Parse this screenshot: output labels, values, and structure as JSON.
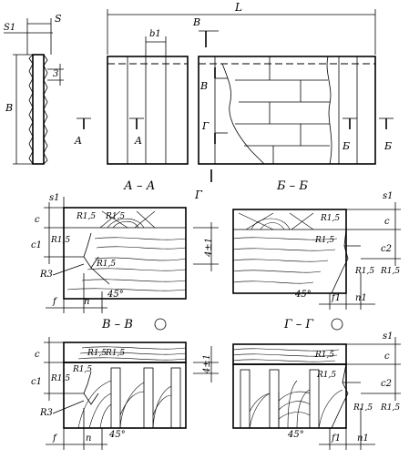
{
  "labels": {
    "dim_S": "S",
    "dim_S1": "S1",
    "dim_3": "3",
    "dim_B": "B",
    "dim_L": "L",
    "dim_b1": "b1",
    "sec_A1": "A",
    "sec_A2": "A",
    "sec_B1": "Б",
    "sec_B2": "Б",
    "sec_V": "В",
    "sec_V2": "В",
    "sec_G1": "Г",
    "sec_G2": "Г",
    "view_AA": "А – А",
    "view_BB": "Б – Б",
    "view_VV": "В – В",
    "view_GG": "Г – Г",
    "r15": "R1,5",
    "r3": "R3",
    "c": "c",
    "c1": "c1",
    "c2": "c2",
    "s1": "s1",
    "f": "f",
    "f1": "f1",
    "n": "n",
    "n1": "n1",
    "angle45": "45°",
    "tol": "4±1"
  }
}
